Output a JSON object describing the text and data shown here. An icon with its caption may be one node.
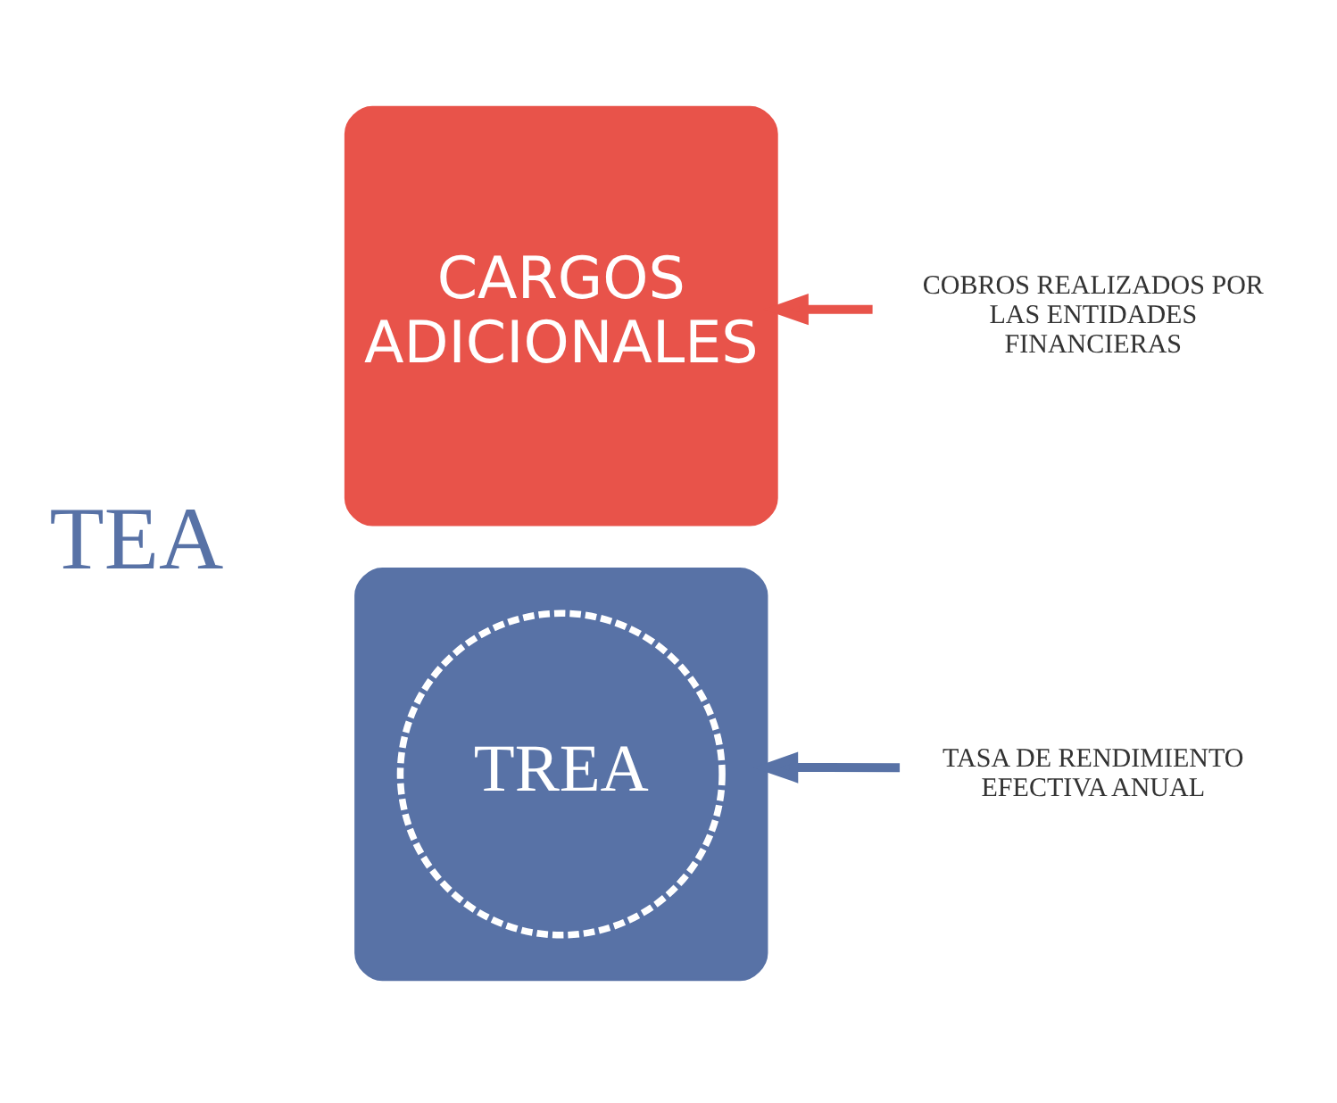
{
  "diagram": {
    "nodes": [
      {
        "text": [
          "CARGOS ADICIONALES"
        ]
      },
      {
        "text": [],
        "shape": "box"
      },
      {
        "text": [
          "TREA"
        ],
        "in": 1
      },
      {
        "text": [
          "COBROS REALIZADOS POR LAS ENTIDADES FINANCIERAS"
        ]
      },
      {
        "text": [
          "TASA DE RENDIMIENTO EFECTIVA ANUAL"
        ]
      }
    ],
    "edges": [
      {
        "from": 3,
        "to": 0,
        "arrow": "to",
        "color": "#e8534a"
      },
      {
        "from": 4,
        "to": 1,
        "arrow": "to",
        "color": "#5872a6"
      }
    ],
    "labels": [
      "TEA"
    ]
  }
}
